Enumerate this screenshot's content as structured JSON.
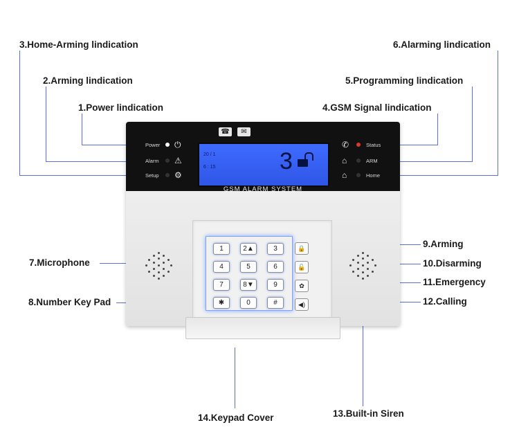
{
  "callouts": {
    "power": "1.Power lindication",
    "arming_ind": "2.Arming lindication",
    "home_arming": "3.Home-Arming lindication",
    "gsm": "4.GSM Signal lindication",
    "programming": "5.Programming lindication",
    "alarming": "6.Alarming lindication",
    "microphone": "7.Microphone",
    "keypad": "8.Number Key Pad",
    "arming": "9.Arming",
    "disarming": "10.Disarming",
    "emergency": "11.Emergency",
    "calling": "12.Calling",
    "siren": "13.Built-in Siren",
    "cover": "14.Keypad Cover"
  },
  "device": {
    "left_indicators": [
      "Power",
      "Alarm",
      "Setup"
    ],
    "right_indicators": [
      "Status",
      "ARM",
      "Home"
    ],
    "lcd_caption": "GSM ALARM SYSTEM",
    "lcd_digit": "3",
    "lcd_small_top": "20 / 1",
    "lcd_small_bottom": "6 : 15",
    "keys": [
      "1",
      "2▲",
      "3",
      "4",
      "5",
      "6",
      "7",
      "8▼",
      "9",
      "✱",
      "0",
      "#"
    ],
    "function_keys": [
      "🔒",
      "🔓",
      "✿",
      "◀)"
    ]
  },
  "colors": {
    "leader_line": "#5a6fd0",
    "lcd": "#3a62f5"
  }
}
